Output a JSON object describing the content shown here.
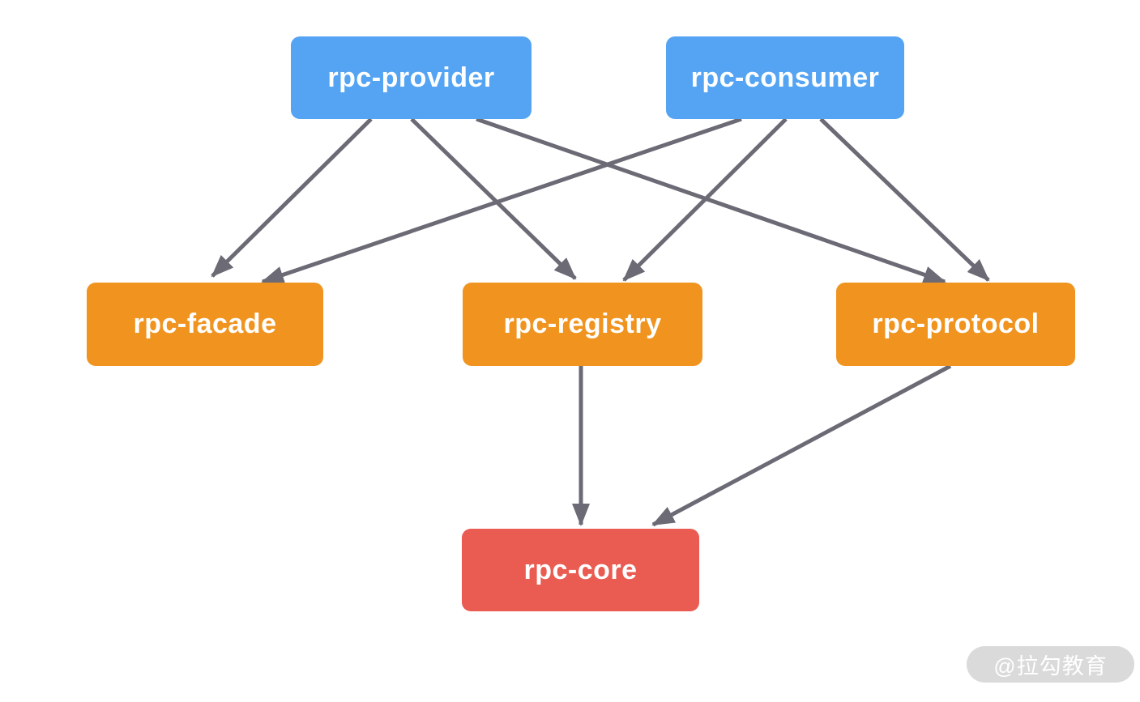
{
  "diagram": {
    "type": "module-dependency-graph",
    "background": "#FFFFFF",
    "edge_color": "#6B6A75",
    "nodes": [
      {
        "id": "rpc-provider",
        "label": "rpc-provider",
        "row": "top",
        "color": "#54A4F3",
        "text_color": "#FFFFFF"
      },
      {
        "id": "rpc-consumer",
        "label": "rpc-consumer",
        "row": "top",
        "color": "#54A4F3",
        "text_color": "#FFFFFF"
      },
      {
        "id": "rpc-facade",
        "label": "rpc-facade",
        "row": "middle",
        "color": "#F0941F",
        "text_color": "#FFFFFF"
      },
      {
        "id": "rpc-registry",
        "label": "rpc-registry",
        "row": "middle",
        "color": "#F0941F",
        "text_color": "#FFFFFF"
      },
      {
        "id": "rpc-protocol",
        "label": "rpc-protocol",
        "row": "middle",
        "color": "#F0941F",
        "text_color": "#FFFFFF"
      },
      {
        "id": "rpc-core",
        "label": "rpc-core",
        "row": "bottom",
        "color": "#EA5B52",
        "text_color": "#FFFFFF"
      }
    ],
    "edges": [
      {
        "from": "rpc-provider",
        "to": "rpc-facade"
      },
      {
        "from": "rpc-provider",
        "to": "rpc-registry"
      },
      {
        "from": "rpc-provider",
        "to": "rpc-protocol"
      },
      {
        "from": "rpc-consumer",
        "to": "rpc-facade"
      },
      {
        "from": "rpc-consumer",
        "to": "rpc-registry"
      },
      {
        "from": "rpc-consumer",
        "to": "rpc-protocol"
      },
      {
        "from": "rpc-registry",
        "to": "rpc-core"
      },
      {
        "from": "rpc-protocol",
        "to": "rpc-core"
      }
    ]
  },
  "watermark": {
    "text": "@拉勾教育",
    "background": "#DADADA",
    "text_color": "#FFFFFF"
  }
}
